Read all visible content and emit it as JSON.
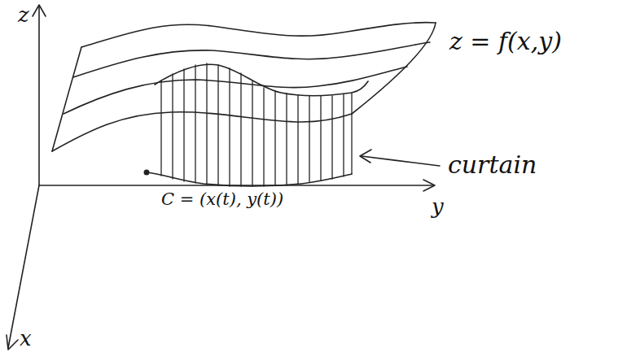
{
  "diagram": {
    "labels": [
      "z",
      "z = f(x,y)",
      "curtain",
      "y",
      "C = (x(t), y(t))",
      "x"
    ]
  }
}
